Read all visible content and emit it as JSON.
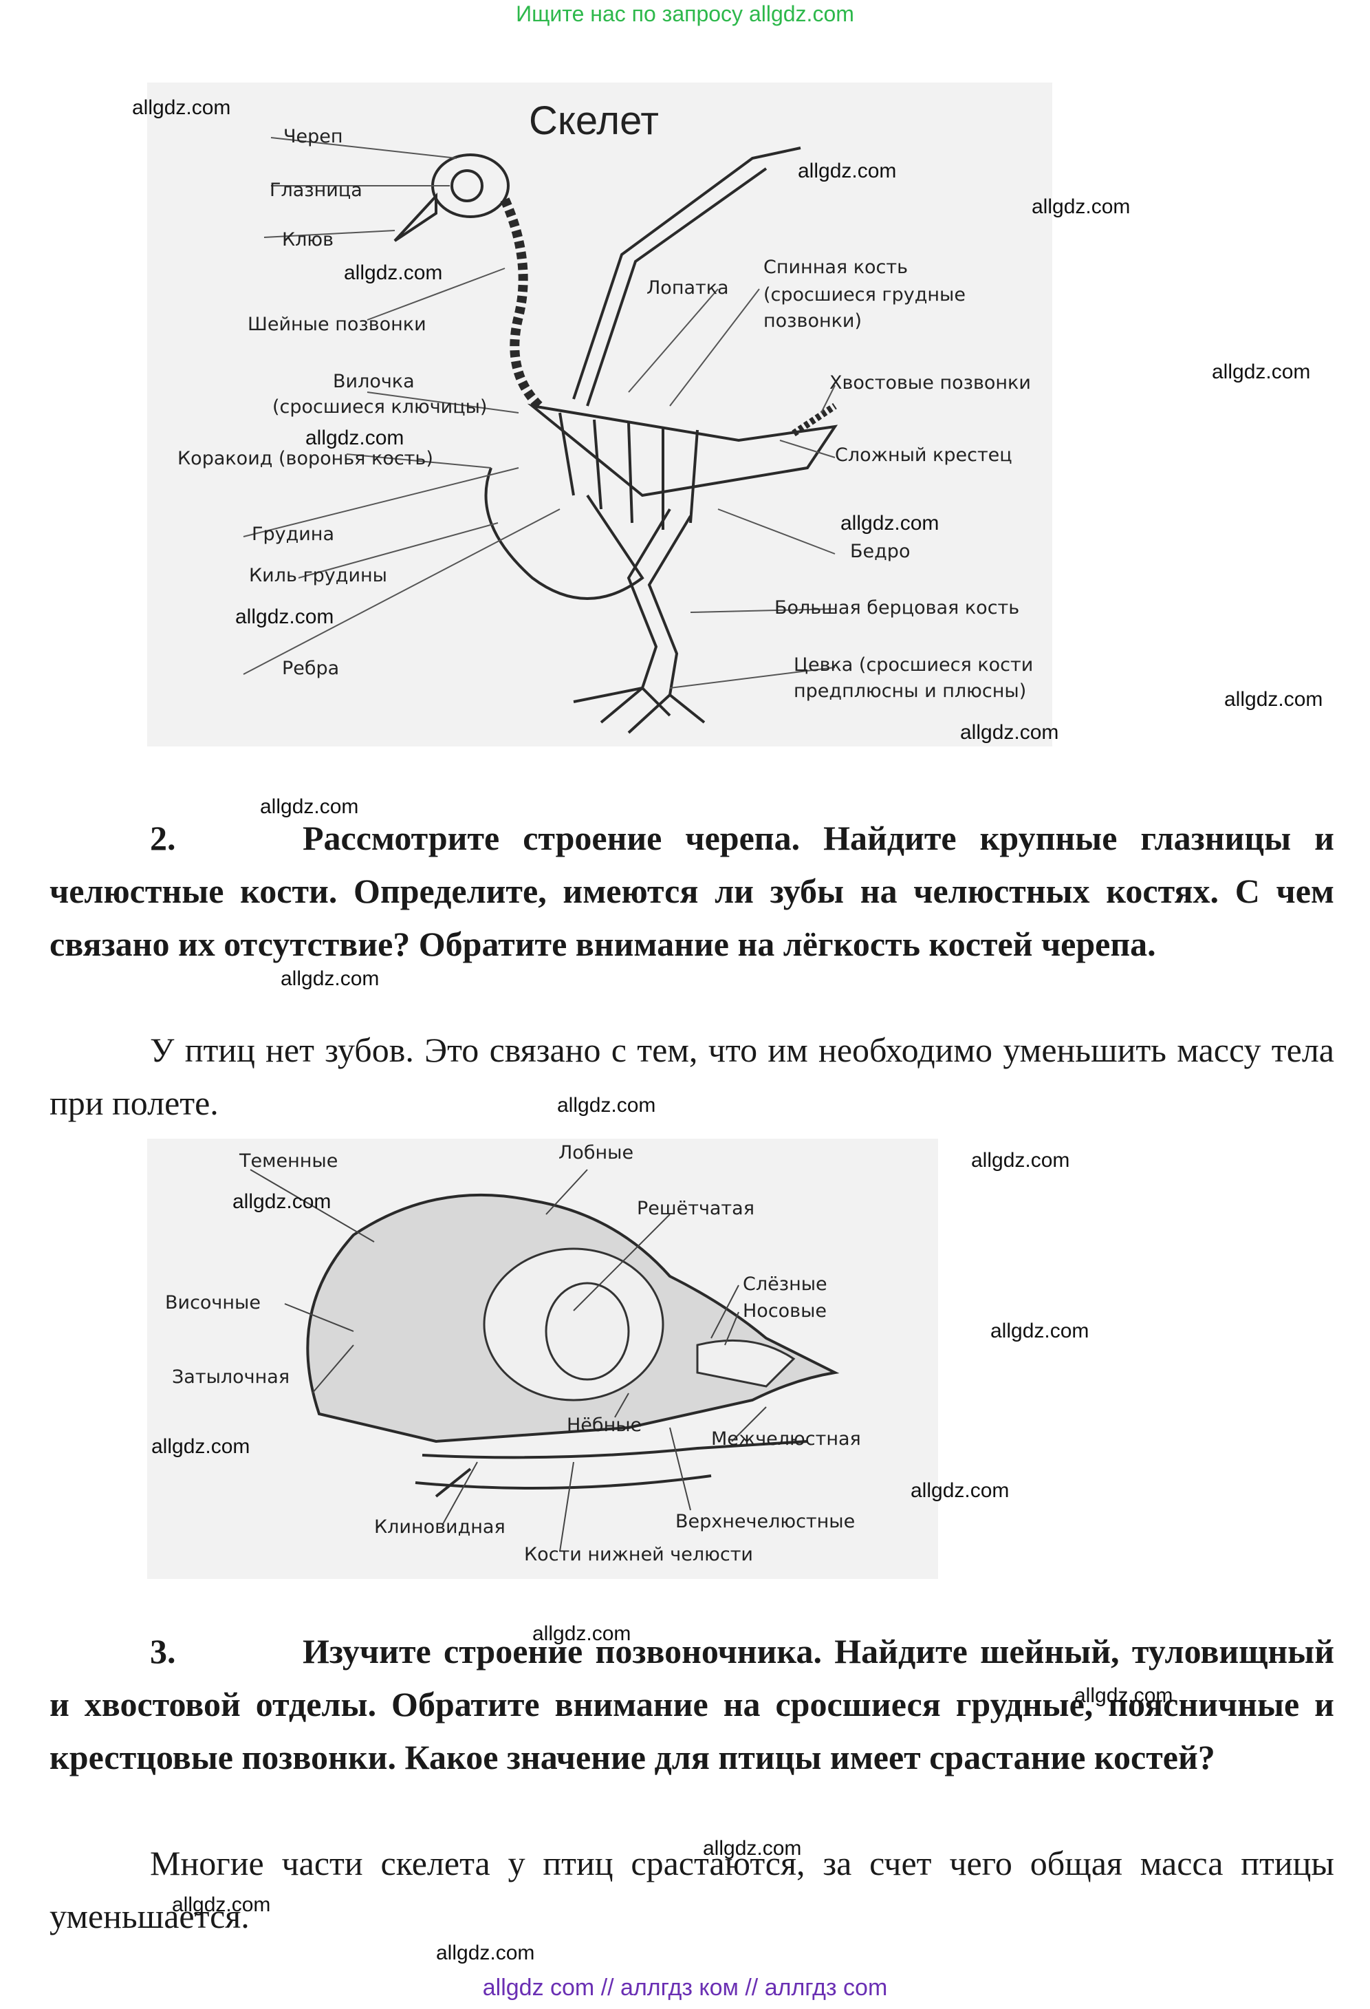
{
  "header": {
    "banner": "Ищите нас по запросу allgdz.com"
  },
  "figure1": {
    "title": "Скелет",
    "labels_left": [
      "Череп",
      "Глазница",
      "Клюв",
      "Шейные позвонки",
      "Вилочка",
      "(сросшиеся ключицы)",
      "Коракоид  (воронья кость)",
      "Грудина",
      "Киль грудины",
      "Ребра"
    ],
    "labels_right": [
      "Лопатка",
      "Спинная кость",
      "(сросшиеся грудные",
      "позвонки)",
      "Хвостовые позвонки",
      "Сложный крестец",
      "Бедро",
      "Большая берцовая кость",
      "Цевка (сросшиеся кости",
      "предплюсны и плюсны)"
    ]
  },
  "question2": {
    "number": "2.",
    "text": "Рассмотрите строение черепа. Найдите крупные глазницы и челюстные кости. Определите, имеются ли зубы на челюстных костях. С чем связано их отсутствие? Обратите внимание на лёгкость костей черепа.",
    "answer": "У птиц нет зубов. Это связано с тем, что им необходимо уменьшить массу тела при полете."
  },
  "figure2": {
    "labels": [
      "Теменные",
      "Лобные",
      "Решётчатая",
      "Височные",
      "Слёзные",
      "Носовые",
      "Затылочная",
      "Нёбные",
      "Межчелюстная",
      "Клиновидная",
      "Верхнечелюстные",
      "Кости нижней челюсти"
    ]
  },
  "question3": {
    "number": "3.",
    "text": "Изучите строение позвоночника. Найдите шейный, туловищный и хвостовой отделы. Обратите внимание на сросшиеся грудные, поясничные и крестцовые позвонки. Какое значение для птицы имеет срастание костей?",
    "answer": "Многие части скелета у птиц срастаются, за счет чего общая масса птицы уменьшается."
  },
  "watermark": "allgdz.com",
  "footer": {
    "links": "allgdz com  //  аллгдз ком  //  аллгдз com"
  }
}
